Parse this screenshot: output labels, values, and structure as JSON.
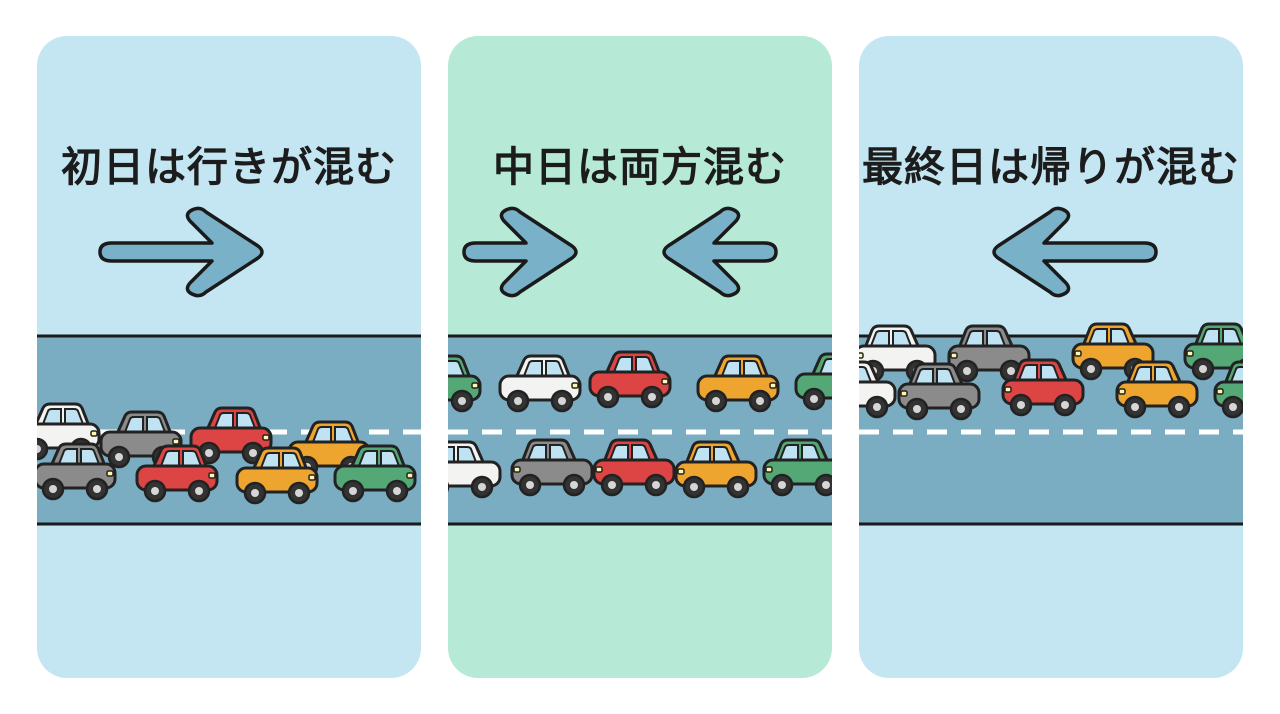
{
  "colors": {
    "panel_bg": [
      "#c3e6f2",
      "#b6ead6",
      "#c3e6f2"
    ],
    "road": "#7aacc2",
    "arrow_fill": "#78b1c8",
    "outline": "#1a1a1a",
    "lane_marking": "#ffffff"
  },
  "car_colors": {
    "white": "#f3f3f1",
    "gray": "#8b8b8b",
    "red": "#dd4444",
    "orange": "#eea530",
    "green": "#54a875"
  },
  "panels": [
    {
      "title": "初日は行きが混む",
      "arrows": [
        {
          "direction": "right",
          "icon": "arrow-right-icon"
        }
      ],
      "congestion": "outbound"
    },
    {
      "title": "中日は両方混む",
      "arrows": [
        {
          "direction": "right",
          "icon": "arrow-right-icon"
        },
        {
          "direction": "left",
          "icon": "arrow-left-icon"
        }
      ],
      "congestion": "both"
    },
    {
      "title": "最終日は帰りが混む",
      "arrows": [
        {
          "direction": "left",
          "icon": "arrow-left-icon"
        }
      ],
      "congestion": "return"
    }
  ]
}
